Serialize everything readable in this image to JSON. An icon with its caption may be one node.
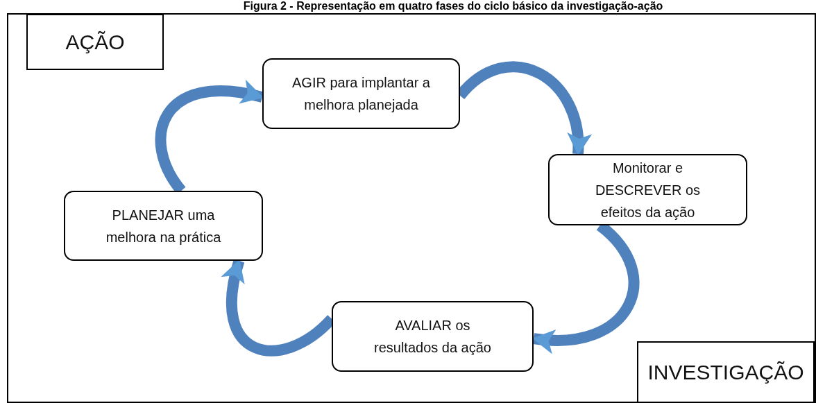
{
  "diagram": {
    "title": "Figura 2 - Representação em quatro fases do ciclo básico da investigação-ação",
    "nodes": [
      {
        "text": [
          "AÇÃO"
        ]
      },
      {
        "text": [
          "AGIR para implantar a melhora planejada"
        ]
      },
      {
        "text": [
          "Monitorar e DESCREVER os efeitos da ação"
        ]
      },
      {
        "text": [
          "AVALIAR os resultados da ação"
        ]
      },
      {
        "text": [
          "PLANEJAR uma melhora na prática"
        ]
      },
      {
        "text": [
          "INVESTIGAÇÃO"
        ]
      }
    ],
    "edges": [
      {
        "from": 4,
        "to": 1,
        "arrow": "to"
      },
      {
        "from": 1,
        "to": 2,
        "arrow": "to"
      },
      {
        "from": 2,
        "to": 3,
        "arrow": "to"
      },
      {
        "from": 3,
        "to": 4,
        "arrow": "to"
      }
    ]
  }
}
